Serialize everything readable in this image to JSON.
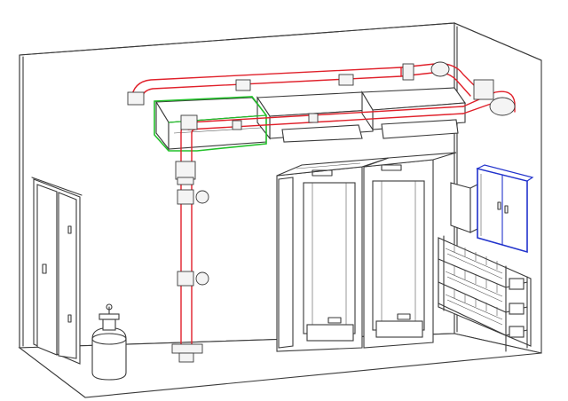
{
  "colors": {
    "background": "#ffffff",
    "line": "#3a3a3a",
    "pipe": "#e0202a",
    "highlight_green": "#22c02a",
    "highlight_blue": "#2233cc"
  },
  "icons": {
    "door": "double-door",
    "cylinder": "gas-cylinder",
    "racks": "server-rack",
    "battery_shelf": "battery-rack",
    "control_cabinet": "control-cabinet"
  }
}
